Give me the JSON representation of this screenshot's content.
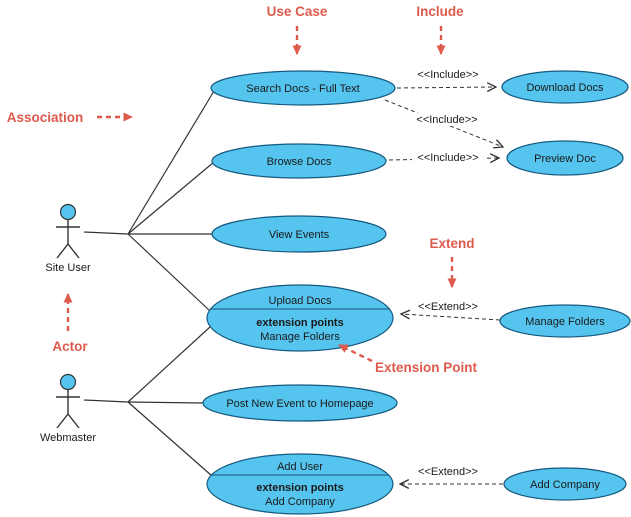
{
  "annotations": {
    "use_case": "Use Case",
    "include": "Include",
    "association": "Association",
    "extend": "Extend",
    "actor": "Actor",
    "extension_point": "Extension Point"
  },
  "actors": {
    "site_user": {
      "label": "Site User"
    },
    "webmaster": {
      "label": "Webmaster"
    }
  },
  "use_cases": {
    "search_docs": {
      "label": "Search Docs - Full Text"
    },
    "browse_docs": {
      "label": "Browse Docs"
    },
    "view_events": {
      "label": "View Events"
    },
    "upload_docs": {
      "label": "Upload Docs",
      "extension_points_heading": "extension points",
      "extension_point": "Manage Folders"
    },
    "post_new_event": {
      "label": "Post New Event to Homepage"
    },
    "add_user": {
      "label": "Add User",
      "extension_points_heading": "extension points",
      "extension_point": "Add Company"
    },
    "download_docs": {
      "label": "Download Docs"
    },
    "preview_doc": {
      "label": "Preview Doc"
    },
    "manage_folders": {
      "label": "Manage Folders"
    },
    "add_company": {
      "label": "Add Company"
    }
  },
  "stereotypes": {
    "include": "<<Include>>",
    "extend": "<<Extend>>"
  },
  "colors": {
    "use_case_fill": "#55C4EE",
    "use_case_stroke": "#16597E",
    "annotation_red": "#DD5A4C",
    "line_color": "#333333",
    "text_color": "#1A1A1A"
  }
}
